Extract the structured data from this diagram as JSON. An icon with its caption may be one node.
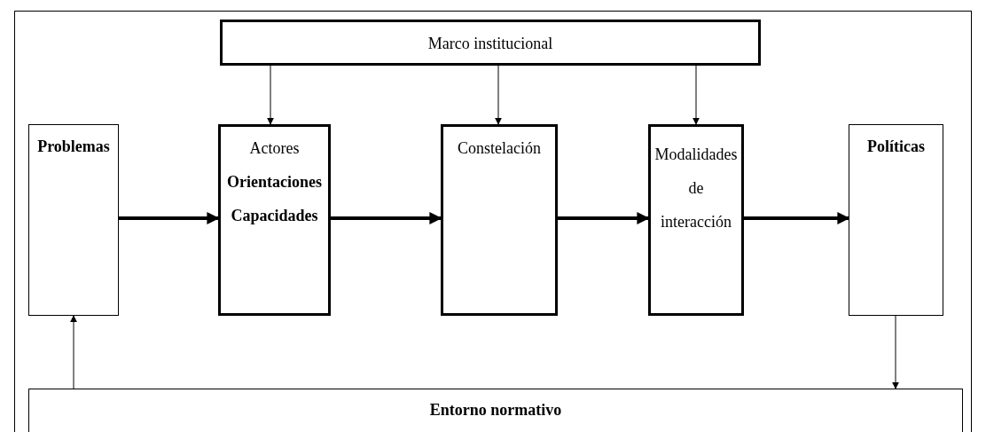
{
  "diagram": {
    "nodes": [
      {
        "text": [
          "Marco institucional"
        ]
      },
      {
        "text": [
          "Problemas"
        ]
      },
      {
        "text": [
          "Actores",
          "Orientaciones",
          "Capacidades"
        ]
      },
      {
        "text": [
          "Constelación"
        ]
      },
      {
        "text": [
          "Modalidades de interacción"
        ]
      },
      {
        "text": [
          "Políticas"
        ]
      },
      {
        "text": [
          "Entorno normativo"
        ]
      }
    ],
    "edges": [
      {
        "from": 0,
        "to": 2,
        "arrow": "to"
      },
      {
        "from": 0,
        "to": 3,
        "arrow": "to"
      },
      {
        "from": 0,
        "to": 4,
        "arrow": "to"
      },
      {
        "from": 1,
        "to": 2,
        "arrow": "to",
        "style": "thick"
      },
      {
        "from": 2,
        "to": 3,
        "arrow": "to",
        "style": "thick"
      },
      {
        "from": 3,
        "to": 4,
        "arrow": "to",
        "style": "thick"
      },
      {
        "from": 4,
        "to": 5,
        "arrow": "to",
        "style": "thick"
      },
      {
        "from": 6,
        "to": 1,
        "arrow": "to"
      },
      {
        "from": 5,
        "to": 6,
        "arrow": "to"
      }
    ]
  }
}
